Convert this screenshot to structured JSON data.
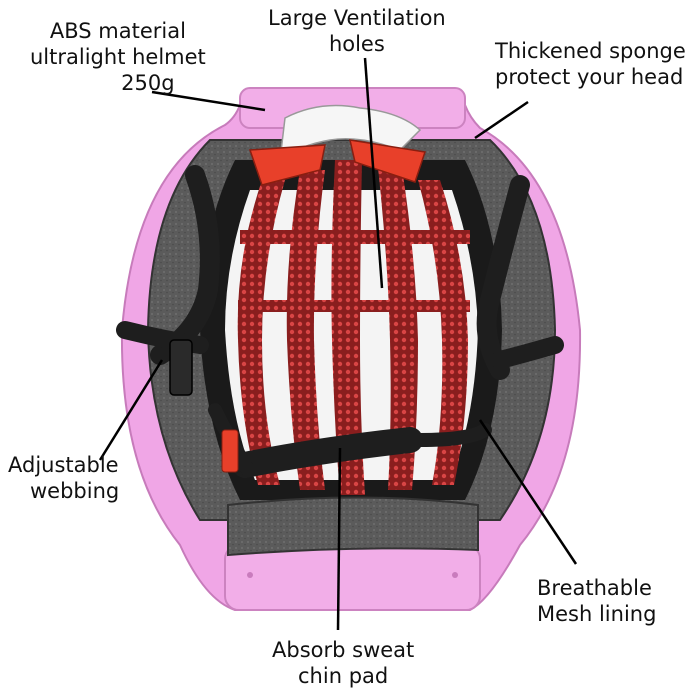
{
  "annotations": {
    "abs_material": {
      "line1": "ABS material",
      "line2": "ultralight helmet",
      "line3": "250g"
    },
    "ventilation": {
      "line1": "Large Ventilation",
      "line2": "holes"
    },
    "sponge": {
      "line1": "Thickened sponge",
      "line2": "protect your head"
    },
    "webbing": {
      "line1": "Adjustable",
      "line2": "webbing"
    },
    "mesh": {
      "line1": "Breathable",
      "line2": "Mesh lining"
    },
    "chin_pad": {
      "line1": "Absorb sweat",
      "line2": "chin pad"
    }
  },
  "colors": {
    "shell": "#f0a6e6",
    "shell_dark": "#d882cc",
    "foam": "#5a5a5a",
    "mesh": "#b83030",
    "strap": "#1e1e1e",
    "accent": "#e8402a"
  }
}
